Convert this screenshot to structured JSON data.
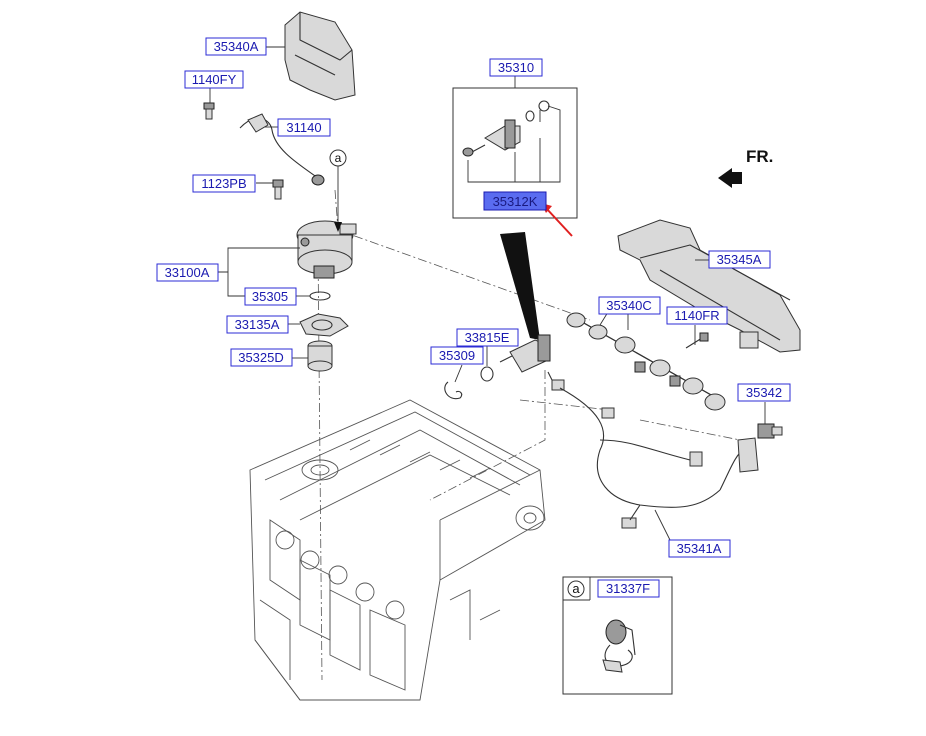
{
  "front_label": "FR.",
  "detail_ref": "a",
  "labels": {
    "p35340A": "35340A",
    "p1140FY": "1140FY",
    "p31140": "31140",
    "p1123PB": "1123PB",
    "p33100A": "33100A",
    "p35305": "35305",
    "p33135A": "33135A",
    "p35325D": "35325D",
    "p35310": "35310",
    "p35312K": "35312K",
    "p33815E": "33815E",
    "p35309": "35309",
    "p35340C": "35340C",
    "p1140FR": "1140FR",
    "p35345A": "35345A",
    "p35342": "35342",
    "p35341A": "35341A",
    "p31337F": "31337F"
  },
  "colors": {
    "label_border": "#2b2bd6",
    "label_text": "#1a1ab0",
    "highlight_fill": "#5a6cf0",
    "pointer_arrow": "#e02020"
  },
  "highlighted_part": "35312K"
}
